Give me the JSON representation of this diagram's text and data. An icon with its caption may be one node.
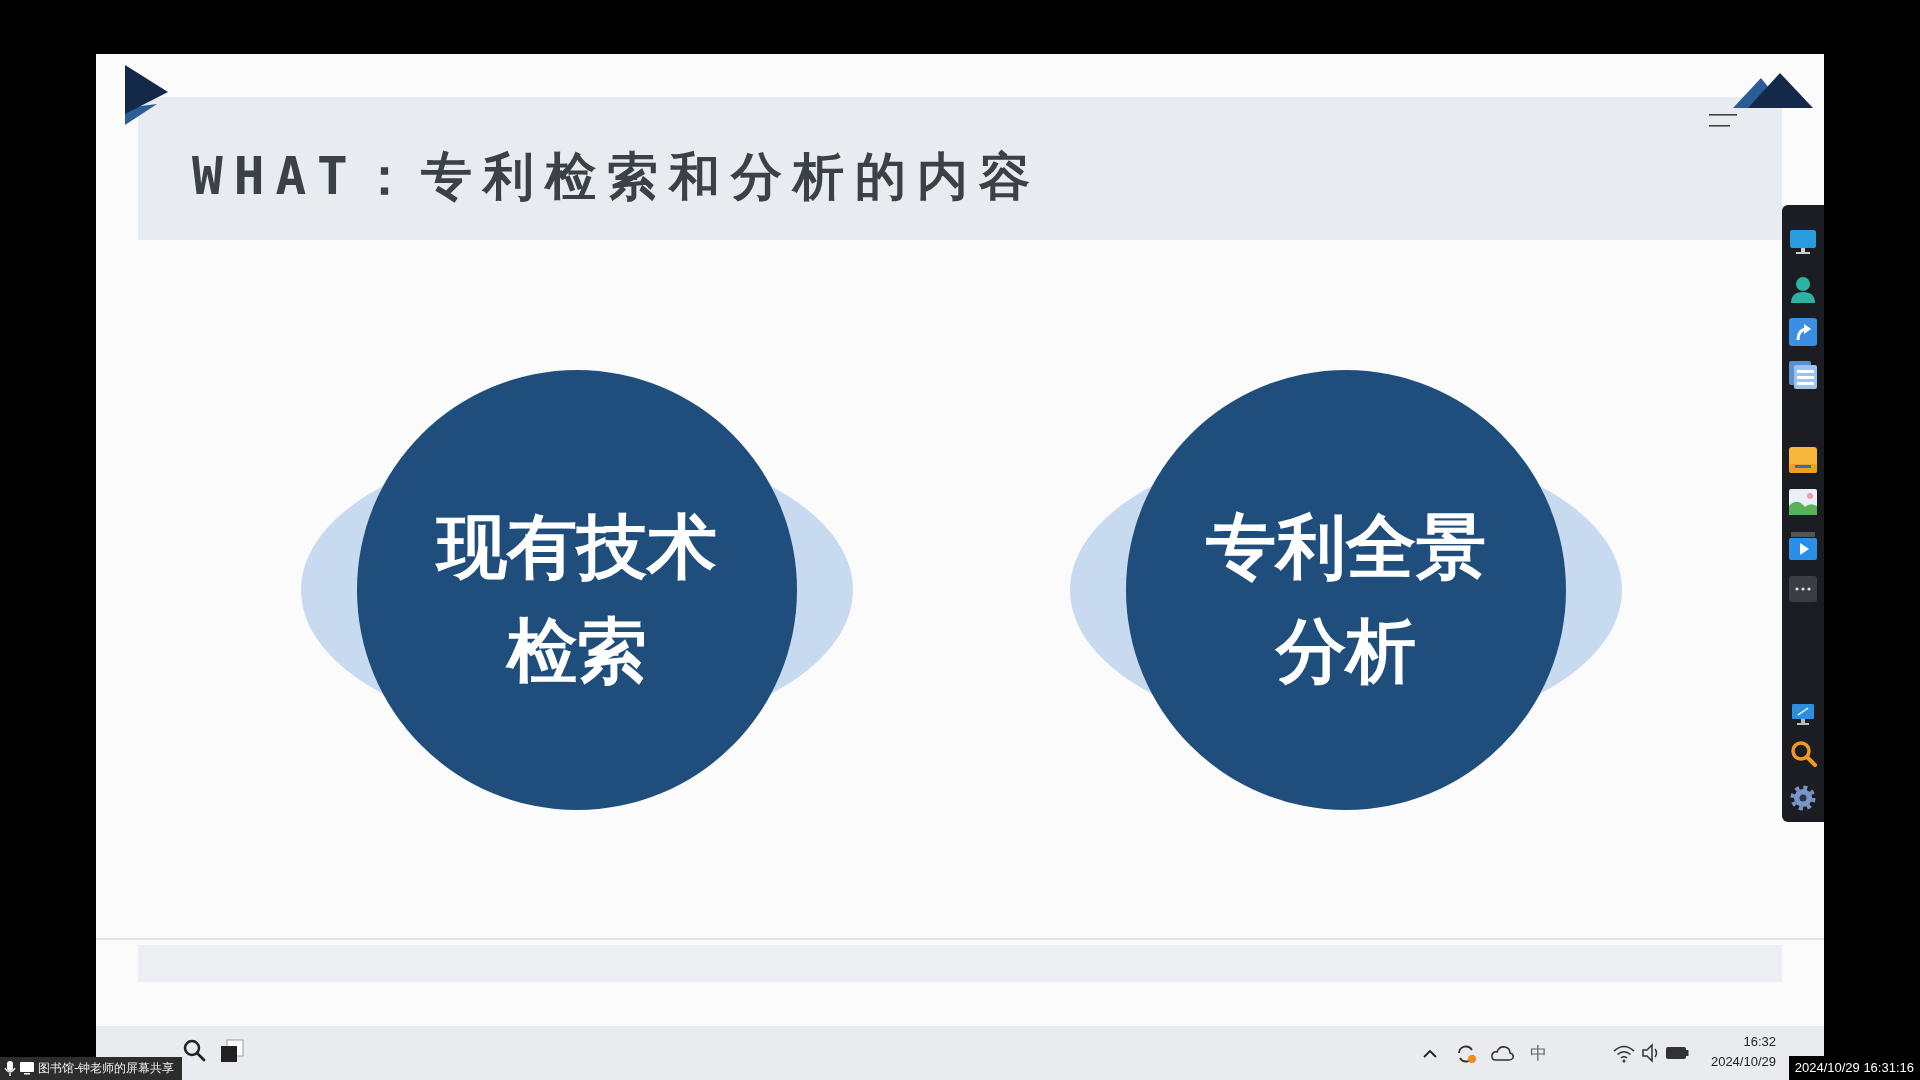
{
  "diagram": {
    "title": "WHAT：专利检索和分析的内容",
    "nodes": [
      {
        "text": [
          "现有技术检索"
        ]
      },
      {
        "text": [
          "专利全景分析"
        ]
      }
    ],
    "labels": [
      "中",
      "16:32",
      "2024/10/29",
      "图书馆-钟老师的屏幕共享",
      "2024/10/29 16:31:16"
    ]
  }
}
